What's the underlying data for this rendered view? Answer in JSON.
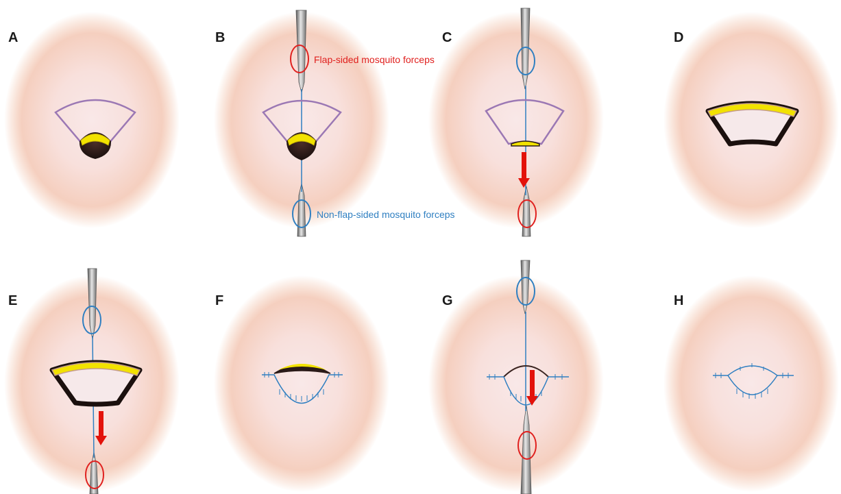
{
  "panels": [
    {
      "letter": "A"
    },
    {
      "letter": "B"
    },
    {
      "letter": "C"
    },
    {
      "letter": "D"
    },
    {
      "letter": "E"
    },
    {
      "letter": "F"
    },
    {
      "letter": "G"
    },
    {
      "letter": "H"
    }
  ],
  "callouts": {
    "flap_sided": "Flap-sided mosquito forceps",
    "non_flap_sided": "Non-flap-sided mosquito forceps"
  },
  "colors": {
    "skin": "#f6cdb8",
    "skin_center": "#f8e4e3",
    "wedge_outline": "#9b78b4",
    "flap_dark": "#2a1a18",
    "fat_yellow": "#f2e200",
    "suture_line": "#2f7fc1",
    "flap_forceps_marker": "#e0201e",
    "non_flap_forceps_marker": "#2f7fc1",
    "traction_arrow": "#e3120b",
    "instrument": "#8a8a8a"
  }
}
